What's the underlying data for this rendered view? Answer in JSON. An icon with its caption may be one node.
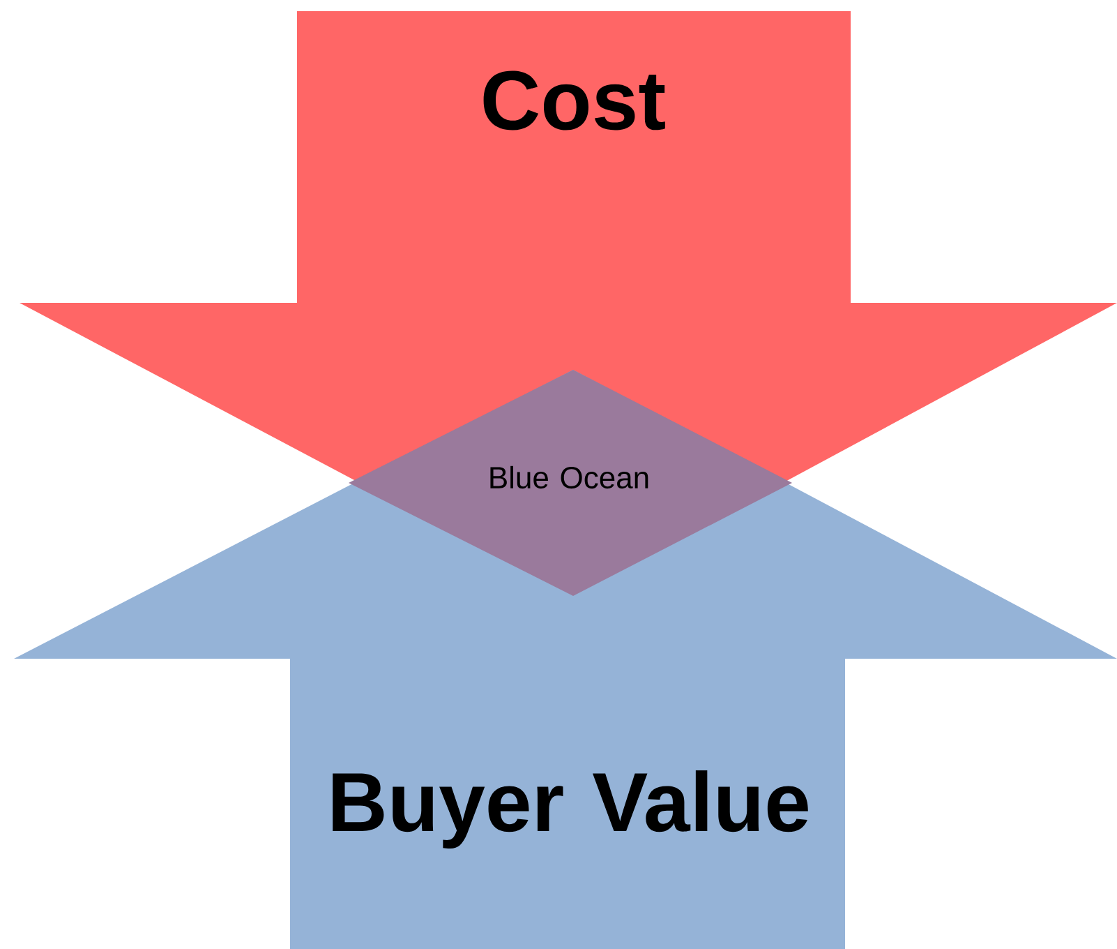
{
  "diagram": {
    "nodes": [
      {
        "text": [
          "Cost"
        ]
      },
      {
        "text": [
          "Buyer Value"
        ]
      },
      {
        "text": [
          "Blue Ocean"
        ]
      }
    ]
  }
}
